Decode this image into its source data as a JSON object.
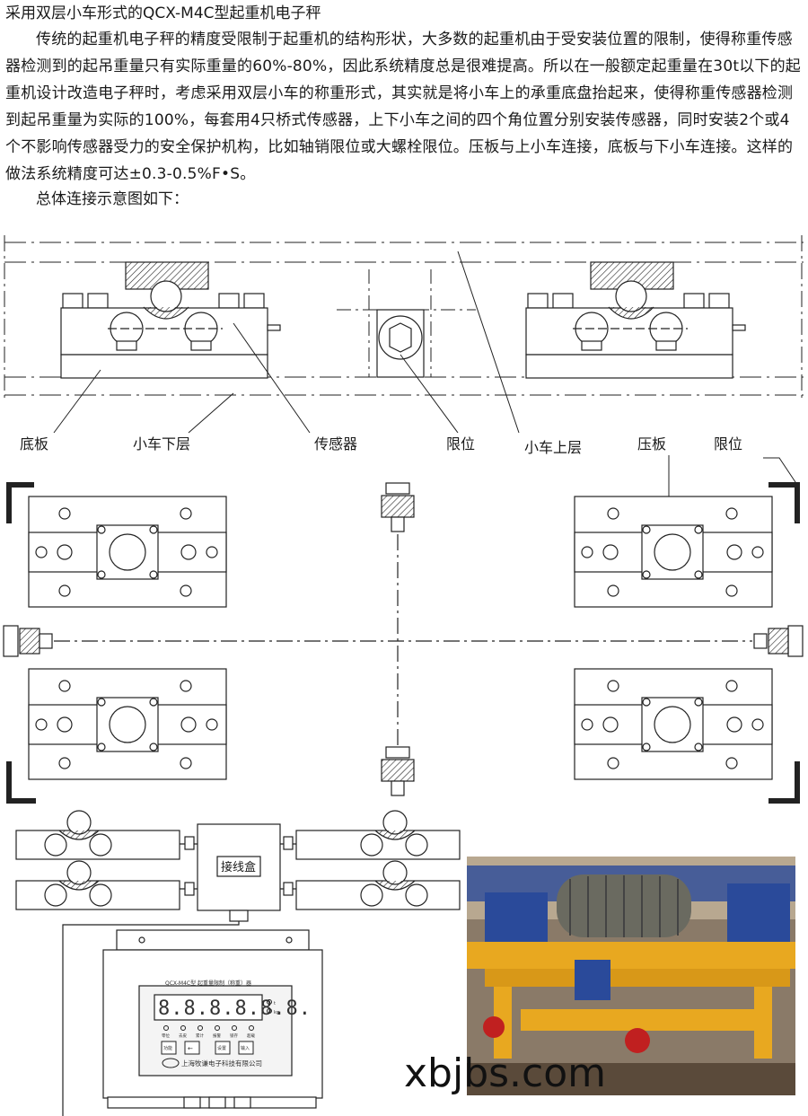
{
  "document": {
    "title": "采用双层小车形式的QCX-M4C型起重机电子秤",
    "paragraph": "传统的起重机电子秤的精度受限制于起重机的结构形状，大多数的起重机由于受安装位置的限制，使得称重传感器检测到的起吊重量只有实际重量的60%-80%，因此系统精度总是很难提高。所以在一般额定起重量在30t以下的起重机设计改造电子秤时，考虑采用双层小车的称重形式，其实就是将小车上的承重底盘抬起来，使得称重传感器检测到起吊重量为实际的100%，每套用4只桥式传感器，上下小车之间的四个角位置分别安装传感器，同时安装2个或4个不影响传感器受力的安全保护机构，比如轴销限位或大螺栓限位。压板与上小车连接，底板与下小车连接。这样的做法系统精度可达±0.3-0.5%F•S。",
    "intro": "总体连接示意图如下："
  },
  "diagram": {
    "labels": {
      "base_plate": "底板",
      "lower_trolley": "小车下层",
      "sensor": "传感器",
      "limit_left": "限位",
      "upper_trolley": "小车上层",
      "press_plate": "压板",
      "limit_right": "限位"
    },
    "junction_box": "接线盒",
    "instrument": {
      "model_line": "QCX-M4C型  起重量限制（称重）器",
      "display": "8.8.8.8.8.8.",
      "indicators": [
        "零位",
        "去皮",
        "累计",
        "报警",
        "锁存",
        "超载"
      ],
      "keys": [
        "功能",
        "←",
        "设置",
        "输入"
      ],
      "company": "上海牧谦电子科技有限公司",
      "unit_t": "t",
      "unit_kg": "kg"
    }
  },
  "watermark": "xbjbs.com",
  "colors": {
    "ink": "#1a1a1a",
    "photo_yellow": "#e8a820",
    "photo_blue": "#2a4a9a"
  }
}
